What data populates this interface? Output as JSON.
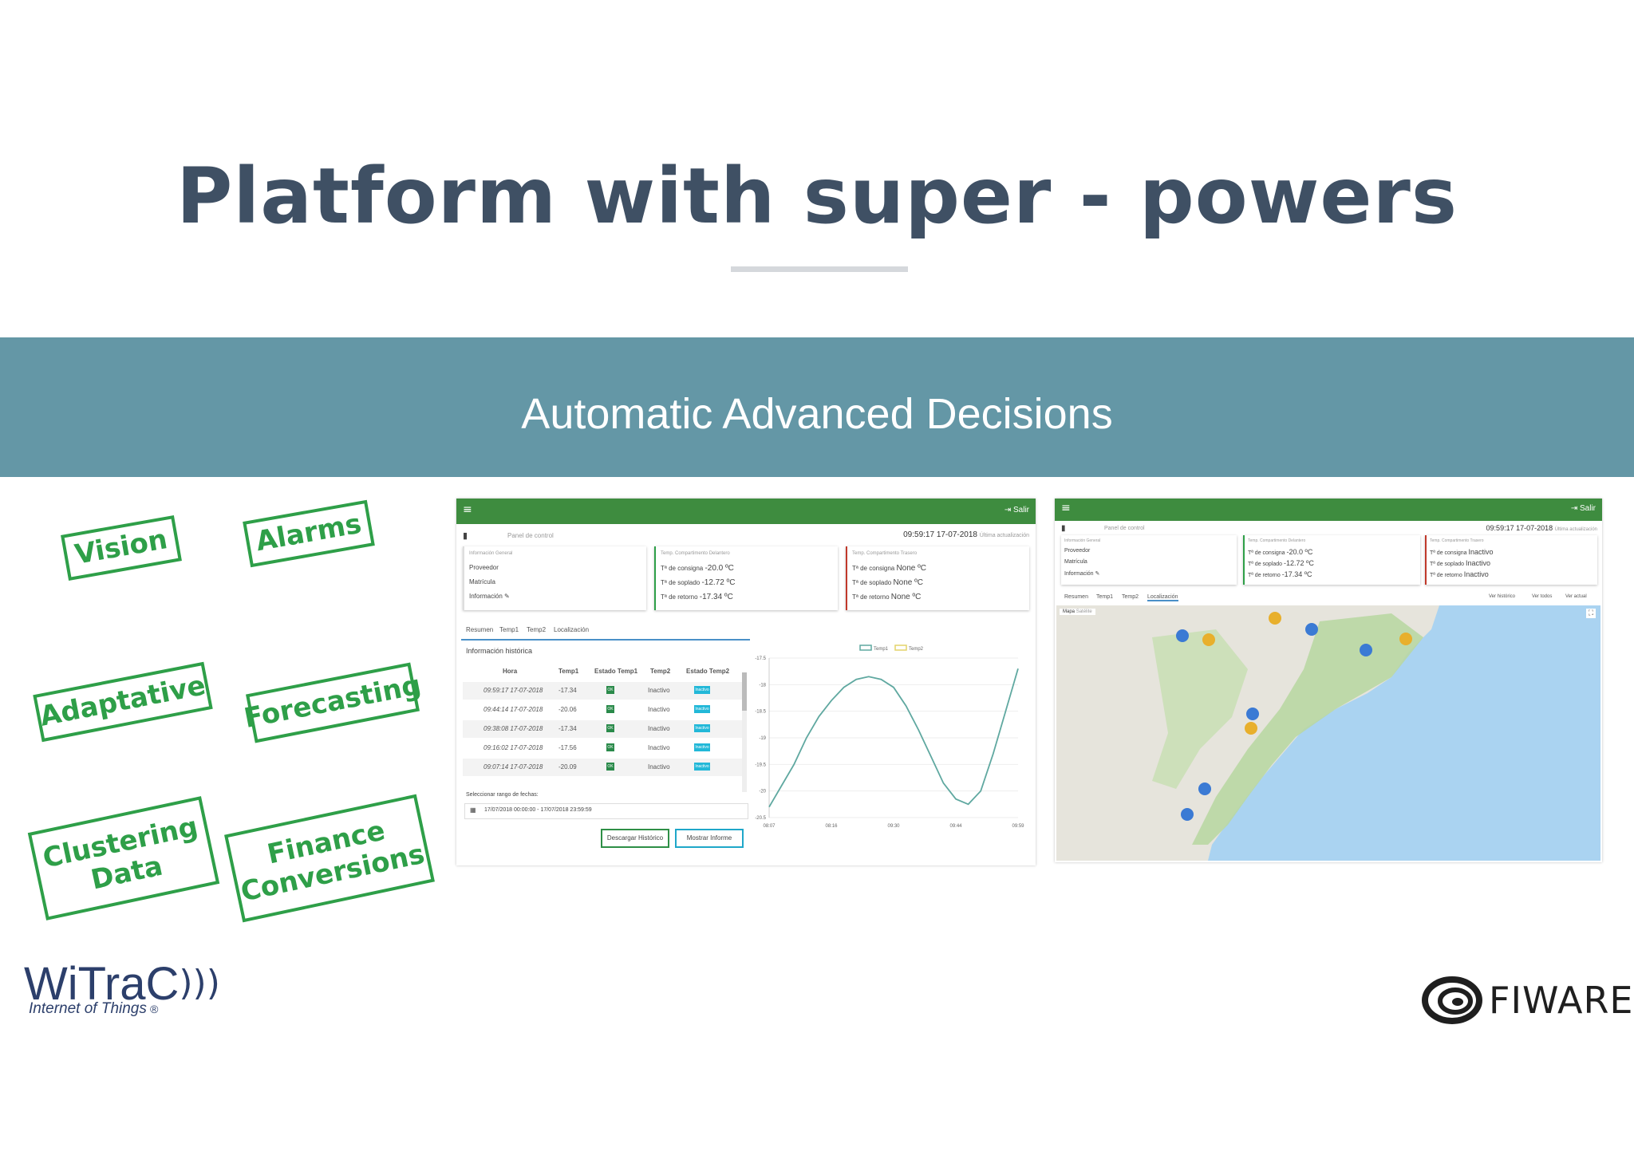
{
  "slide": {
    "title": "Platform with super - powers",
    "banner": "Automatic Advanced Decisions"
  },
  "stamps": [
    {
      "label": "Vision"
    },
    {
      "label": "Alarms"
    },
    {
      "label": "Adaptative"
    },
    {
      "label": "Forecasting"
    },
    {
      "label": "Clustering Data"
    },
    {
      "label": "Finance Conversions"
    }
  ],
  "colors": {
    "title": "#3f5064",
    "banner": "#6497a6",
    "stamp": "#2e9f48",
    "app_bar": "#3e8c3f",
    "map_water": "#aad3f1"
  },
  "dashboard": {
    "exit_label": "Salir",
    "panel_title": "Panel de control",
    "timestamp": "09:59:17 17-07-2018",
    "last_update": "Última actualización",
    "general": {
      "header": "Información General",
      "provider": "Proveedor",
      "plate": "Matrícula",
      "info": "Información"
    },
    "comp_front": {
      "header": "Temp. Compartimento Delantero",
      "set": "Tª de consigna",
      "set_val": "-20.0 ºC",
      "blow": "Tª de soplado",
      "blow_val": "-12.72 ºC",
      "ret": "Tª de retorno",
      "ret_val": "-17.34 ºC"
    },
    "comp_rear": {
      "header": "Temp. Compartimento Trasero",
      "set": "Tª de consigna",
      "set_val": "None ºC",
      "blow": "Tª de soplado",
      "blow_val": "None ºC",
      "ret": "Tª de retorno",
      "ret_val": "None ºC"
    },
    "tabs": [
      "Resumen",
      "Temp1",
      "Temp2",
      "Localización"
    ],
    "history_title": "Información histórica",
    "columns": [
      "Hora",
      "Temp1",
      "Estado Temp1",
      "Temp2",
      "Estado Temp2"
    ],
    "rows": [
      {
        "time": "09:59:17 17-07-2018",
        "t1": "-17.34",
        "s1": "OK",
        "t2": "Inactivo",
        "s2": "Inactivo"
      },
      {
        "time": "09:44:14 17-07-2018",
        "t1": "-20.06",
        "s1": "OK",
        "t2": "Inactivo",
        "s2": "Inactivo"
      },
      {
        "time": "09:38:08 17-07-2018",
        "t1": "-17.34",
        "s1": "OK",
        "t2": "Inactivo",
        "s2": "Inactivo"
      },
      {
        "time": "09:16:02 17-07-2018",
        "t1": "-17.56",
        "s1": "OK",
        "t2": "Inactivo",
        "s2": "Inactivo"
      },
      {
        "time": "09:07:14 17-07-2018",
        "t1": "-20.09",
        "s1": "OK",
        "t2": "Inactivo",
        "s2": "Inactivo"
      }
    ],
    "range_label": "Seleccionar rango de fechas:",
    "range_value": "17/07/2018 00:00:00 - 17/07/2018 23:59:59",
    "download_button": "Descargar Histórico",
    "report_button": "Mostrar Informe"
  },
  "map_panel": {
    "exit_label": "Salir",
    "panel_title": "Panel de control",
    "timestamp": "09:59:17 17-07-2018",
    "last_update": "Última actualización",
    "general": {
      "header": "Información General",
      "provider": "Proveedor",
      "plate": "Matrícula",
      "info": "Información"
    },
    "comp_front": {
      "header": "Temp. Compartimento Delantero",
      "set": "Tª de consigna",
      "set_val": "-20.0 ºC",
      "blow": "Tª de soplado",
      "blow_val": "-12.72 ºC",
      "ret": "Tª de retorno",
      "ret_val": "-17.34 ºC"
    },
    "comp_rear": {
      "header": "Temp. Compartimento Trasero",
      "set": "Tª de consigna",
      "set_val": "Inactivo",
      "blow": "Tª de soplado",
      "blow_val": "Inactivo",
      "ret": "Tª de retorno",
      "ret_val": "Inactivo"
    },
    "tabs": [
      "Resumen",
      "Temp1",
      "Temp2",
      "Localización"
    ],
    "actions": [
      "Ver histórico",
      "Ver todos",
      "Ver actual"
    ],
    "map_types": [
      "Mapa",
      "Satélite"
    ]
  },
  "chart_data": {
    "type": "line",
    "legend": [
      "Temp1",
      "Temp2"
    ],
    "legend_position": "top",
    "yticks": [
      "-17.5",
      "-18",
      "-18.5",
      "-19",
      "-19.5",
      "-20",
      "-20.5"
    ],
    "xticks": [
      "08:07",
      "08:16",
      "09:30",
      "09:44",
      "09:59"
    ],
    "ylim": [
      -20.5,
      -17.5
    ],
    "grid": true,
    "series": [
      {
        "name": "Temp1",
        "color": "#5fa8a0",
        "x": [
          0,
          0.05,
          0.1,
          0.15,
          0.2,
          0.25,
          0.3,
          0.35,
          0.4,
          0.45,
          0.5,
          0.55,
          0.6,
          0.65,
          0.7,
          0.75,
          0.8,
          0.85,
          0.9,
          0.95,
          1
        ],
        "y": [
          -20.3,
          -19.9,
          -19.5,
          -19.0,
          -18.6,
          -18.3,
          -18.05,
          -17.9,
          -17.85,
          -17.9,
          -18.05,
          -18.4,
          -18.85,
          -19.35,
          -19.85,
          -20.15,
          -20.25,
          -20.0,
          -19.3,
          -18.5,
          -17.7
        ]
      },
      {
        "name": "Temp2",
        "color": "#e3d36a",
        "x": [],
        "y": []
      }
    ]
  },
  "logos": {
    "witrac_name": "WiTraC",
    "witrac_tag": "Internet of Things",
    "witrac_reg": "®",
    "fiware_name": "FIWARE"
  }
}
